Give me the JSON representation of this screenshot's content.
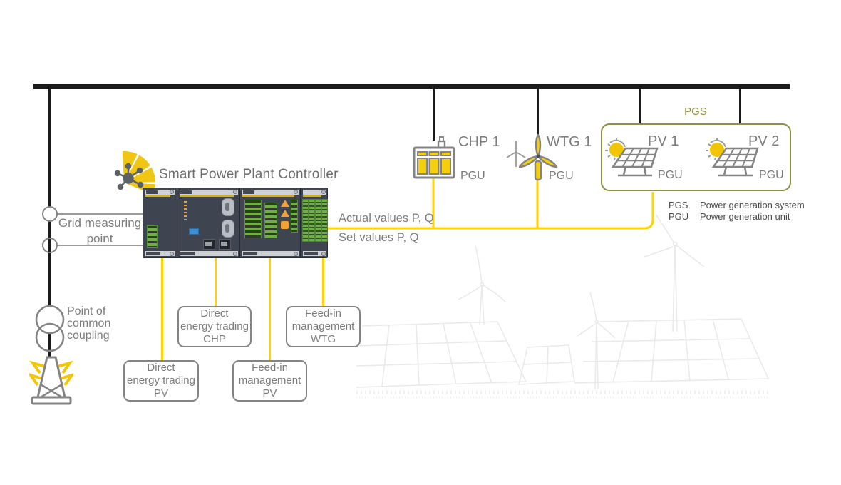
{
  "title": "Smart Power Plant Controller",
  "grid_measuring": {
    "line1": "Grid measuring",
    "line2": "point"
  },
  "coupling": {
    "line1": "Point of",
    "line2": "common",
    "line3": "coupling"
  },
  "signals": {
    "actual": "Actual values P, Q",
    "set": "Set values P, Q"
  },
  "units": [
    {
      "label": "CHP 1",
      "sub": "PGU",
      "icon": "chp-generator-icon"
    },
    {
      "label": "WTG 1",
      "sub": "PGU",
      "icon": "wind-turbine-icon"
    },
    {
      "label": "PV 1",
      "sub": "PGU",
      "icon": "solar-panel-icon"
    },
    {
      "label": "PV 2",
      "sub": "PGU",
      "icon": "solar-panel-icon"
    }
  ],
  "pgs": {
    "label": "PGS"
  },
  "legend": [
    {
      "term": "PGS",
      "definition": "Power generation system"
    },
    {
      "term": "PGU",
      "definition": "Power generation unit"
    }
  ],
  "function_boxes": [
    {
      "line1": "Direct",
      "line2": "energy trading",
      "line3": "CHP"
    },
    {
      "line1": "Feed-in",
      "line2": "management",
      "line3": "WTG"
    },
    {
      "line1": "Direct",
      "line2": "energy trading",
      "line3": "PV"
    },
    {
      "line1": "Feed-in",
      "line2": "management",
      "line3": "PV"
    }
  ],
  "icons": {
    "logo": "network-node-fan-icon",
    "tower": "transmission-tower-icon",
    "transformer": "transformer-icon"
  },
  "colors": {
    "accent_yellow": "#FFD400",
    "icon_yellow": "#F4CF0E",
    "olive_green": "#8D9140",
    "diagram_black": "#1B1B1B",
    "label_gray": "#7B7B7B",
    "legend_gray": "#4D4D4D",
    "icon_stroke_gray": "#848484"
  }
}
